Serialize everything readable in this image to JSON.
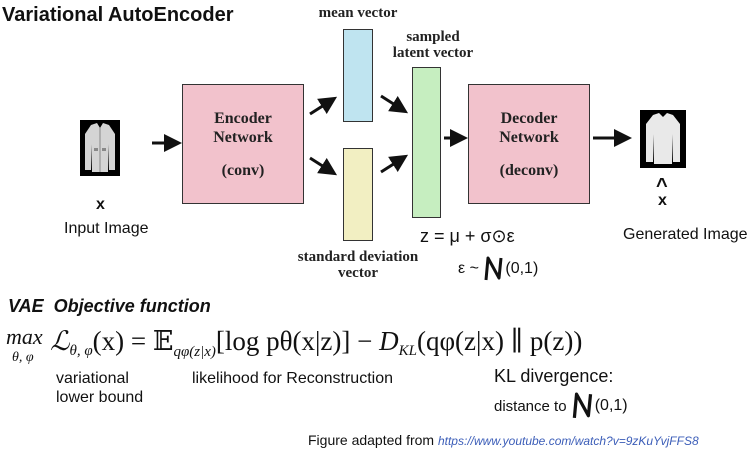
{
  "title": "Variational AutoEncoder",
  "diagram": {
    "input": {
      "symbol": "x",
      "label": "Input Image"
    },
    "encoder": {
      "line1": "Encoder",
      "line2": "Network",
      "sub": "(conv)"
    },
    "mean": {
      "label": "mean vector"
    },
    "std": {
      "line1": "standard deviation",
      "line2": "vector"
    },
    "latent": {
      "line1": "sampled",
      "line2": "latent vector"
    },
    "z_eq": "z = μ + σ⊙ε",
    "eps_pre": "ε ~ ",
    "eps_dist": "(0,1)",
    "decoder": {
      "line1": "Decoder",
      "line2": "Network",
      "sub": "(deconv)"
    },
    "output": {
      "symbol": "x",
      "hat": "^",
      "label": "Generated Image"
    }
  },
  "objective": {
    "heading": "VAE  Objective function",
    "max": "max",
    "max_sub": "θ, φ",
    "L": "ℒ",
    "L_sub": "θ, φ",
    "lhs_arg": "(x) = ",
    "E": "𝔼",
    "E_sub": "qφ(z|x)",
    "log_term": "[log pθ(x|z)] − ",
    "D": "D",
    "D_sub": "KL",
    "kl_term": "(qφ(z|x) ∥ p(z))",
    "ann_lower_bound_1": "variational",
    "ann_lower_bound_2": "lower bound",
    "ann_likelihood": "likelihood for Reconstruction",
    "ann_kl_1": "KL divergence:",
    "ann_kl_2": "distance to ",
    "ann_kl_dist": "(0,1)"
  },
  "footer": {
    "prefix": "Figure adapted from ",
    "url": "https://www.youtube.com/watch?v=9zKuYvjFFS8"
  },
  "colors": {
    "network_fill": "#f2c2cc",
    "mean_fill": "#bfe4f0",
    "std_fill": "#f2efc2",
    "latent_fill": "#c6eec0"
  }
}
